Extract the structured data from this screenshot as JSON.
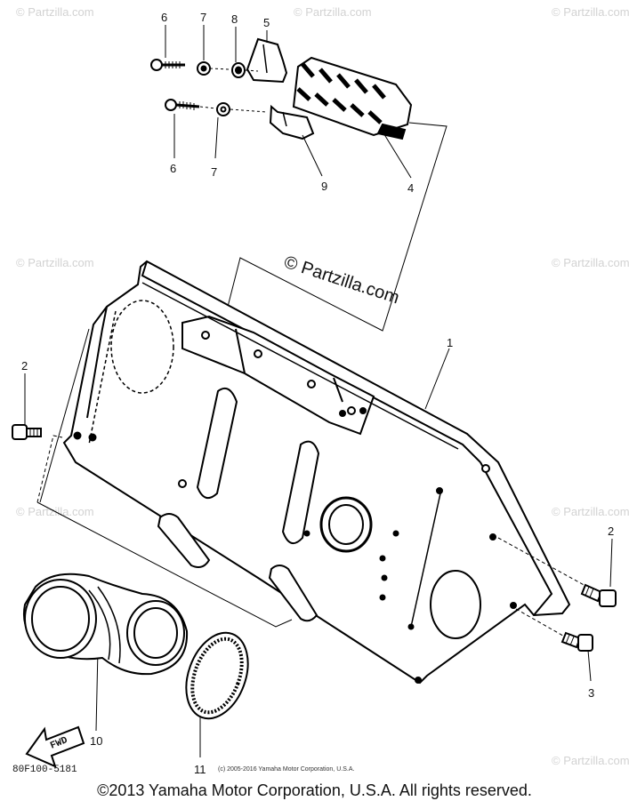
{
  "callouts": [
    "1",
    "2",
    "2",
    "3",
    "4",
    "5",
    "6",
    "6",
    "7",
    "7",
    "8",
    "9",
    "10",
    "11"
  ],
  "watermark": {
    "main": "© Partzilla.com",
    "faint": "© Partzilla.com"
  },
  "drawing_code": "80F100-5181",
  "fwd_label": "FWD",
  "small_copyright": "(c) 2005-2016 Yamaha Motor Corporation, U.S.A.",
  "footer": "©2013 Yamaha Motor Corporation, U.S.A. All rights reserved."
}
